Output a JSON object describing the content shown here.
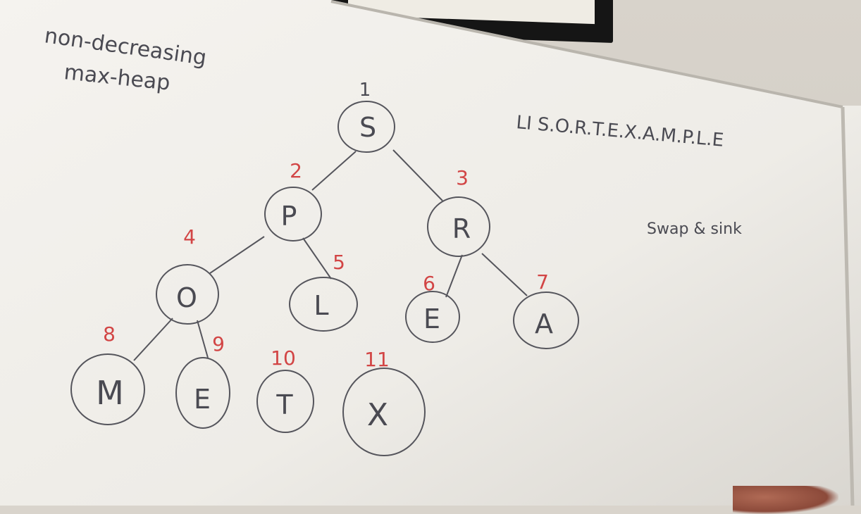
{
  "whiteboard": {
    "title_line1": "non-decreasing",
    "title_line2": "max-heap",
    "sequence": "LI S.O.R.T.E.X.A.M.P.L.E",
    "note": "Swap & sink"
  },
  "heap": {
    "nodes": [
      {
        "index": "1",
        "letter": "S"
      },
      {
        "index": "2",
        "letter": "P"
      },
      {
        "index": "3",
        "letter": "R"
      },
      {
        "index": "4",
        "letter": "O"
      },
      {
        "index": "5",
        "letter": "L"
      },
      {
        "index": "6",
        "letter": "E"
      },
      {
        "index": "7",
        "letter": "A"
      },
      {
        "index": "8",
        "letter": "M"
      },
      {
        "index": "9",
        "letter": "E"
      },
      {
        "index": "10",
        "letter": "T"
      },
      {
        "index": "11",
        "letter": "X"
      }
    ]
  },
  "colors": {
    "marker_gray": "#4a4a52",
    "marker_red": "#d24545",
    "board": "#f2f0ec"
  }
}
